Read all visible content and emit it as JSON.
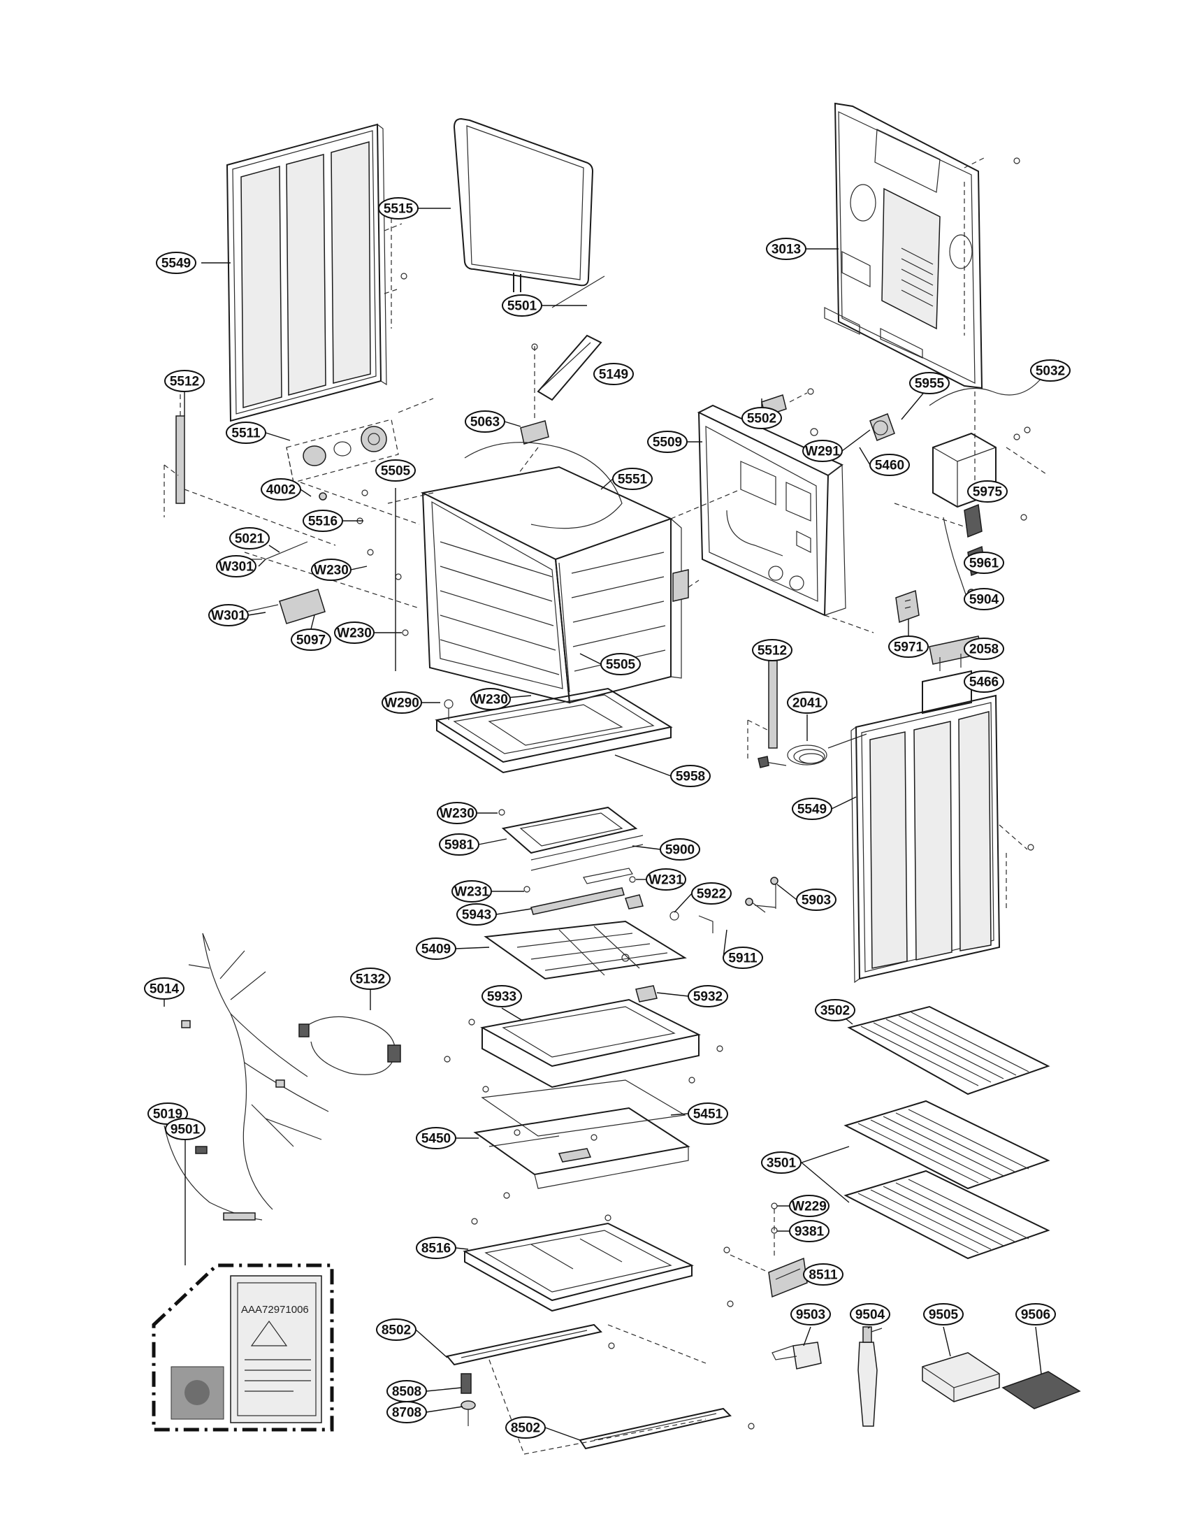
{
  "labels": [
    {
      "id": "5549a",
      "text": "5549"
    },
    {
      "id": "5515",
      "text": "5515"
    },
    {
      "id": "3013",
      "text": "3013"
    },
    {
      "id": "5501",
      "text": "5501"
    },
    {
      "id": "5149",
      "text": "5149"
    },
    {
      "id": "5512a",
      "text": "5512"
    },
    {
      "id": "5511",
      "text": "5511"
    },
    {
      "id": "5063",
      "text": "5063"
    },
    {
      "id": "5509",
      "text": "5509"
    },
    {
      "id": "5502",
      "text": "5502"
    },
    {
      "id": "5955",
      "text": "5955"
    },
    {
      "id": "5032",
      "text": "5032"
    },
    {
      "id": "W291",
      "text": "W291"
    },
    {
      "id": "5460",
      "text": "5460"
    },
    {
      "id": "4002",
      "text": "4002"
    },
    {
      "id": "5505a",
      "text": "5505"
    },
    {
      "id": "5551",
      "text": "5551"
    },
    {
      "id": "5975",
      "text": "5975"
    },
    {
      "id": "5516",
      "text": "5516"
    },
    {
      "id": "5021",
      "text": "5021"
    },
    {
      "id": "W301a",
      "text": "W301"
    },
    {
      "id": "W230a",
      "text": "W230"
    },
    {
      "id": "5961",
      "text": "5961"
    },
    {
      "id": "5904",
      "text": "5904"
    },
    {
      "id": "W301b",
      "text": "W301"
    },
    {
      "id": "W230b",
      "text": "W230"
    },
    {
      "id": "5097",
      "text": "5097"
    },
    {
      "id": "5971",
      "text": "5971"
    },
    {
      "id": "2058",
      "text": "2058"
    },
    {
      "id": "5512b",
      "text": "5512"
    },
    {
      "id": "5505b",
      "text": "5505"
    },
    {
      "id": "5466",
      "text": "5466"
    },
    {
      "id": "W290",
      "text": "W290"
    },
    {
      "id": "W230c",
      "text": "W230"
    },
    {
      "id": "2041",
      "text": "2041"
    },
    {
      "id": "5958",
      "text": "5958"
    },
    {
      "id": "W230d",
      "text": "W230"
    },
    {
      "id": "5549b",
      "text": "5549"
    },
    {
      "id": "5981",
      "text": "5981"
    },
    {
      "id": "5900",
      "text": "5900"
    },
    {
      "id": "W231a",
      "text": "W231"
    },
    {
      "id": "W231b",
      "text": "W231"
    },
    {
      "id": "5922",
      "text": "5922"
    },
    {
      "id": "5903",
      "text": "5903"
    },
    {
      "id": "5943",
      "text": "5943"
    },
    {
      "id": "5409",
      "text": "5409"
    },
    {
      "id": "5911",
      "text": "5911"
    },
    {
      "id": "5014",
      "text": "5014"
    },
    {
      "id": "5132",
      "text": "5132"
    },
    {
      "id": "5933",
      "text": "5933"
    },
    {
      "id": "5932",
      "text": "5932"
    },
    {
      "id": "3502",
      "text": "3502"
    },
    {
      "id": "5019",
      "text": "5019"
    },
    {
      "id": "5451",
      "text": "5451"
    },
    {
      "id": "5450",
      "text": "5450"
    },
    {
      "id": "3501",
      "text": "3501"
    },
    {
      "id": "9501",
      "text": "9501"
    },
    {
      "id": "W229",
      "text": "W229"
    },
    {
      "id": "9381",
      "text": "9381"
    },
    {
      "id": "8516",
      "text": "8516"
    },
    {
      "id": "8511",
      "text": "8511"
    },
    {
      "id": "9503",
      "text": "9503"
    },
    {
      "id": "9504",
      "text": "9504"
    },
    {
      "id": "9505",
      "text": "9505"
    },
    {
      "id": "9506",
      "text": "9506"
    },
    {
      "id": "8502a",
      "text": "8502"
    },
    {
      "id": "8508",
      "text": "8508"
    },
    {
      "id": "8708",
      "text": "8708"
    },
    {
      "id": "8502b",
      "text": "8502"
    }
  ],
  "sticker": {
    "code": "AAA72971006"
  }
}
